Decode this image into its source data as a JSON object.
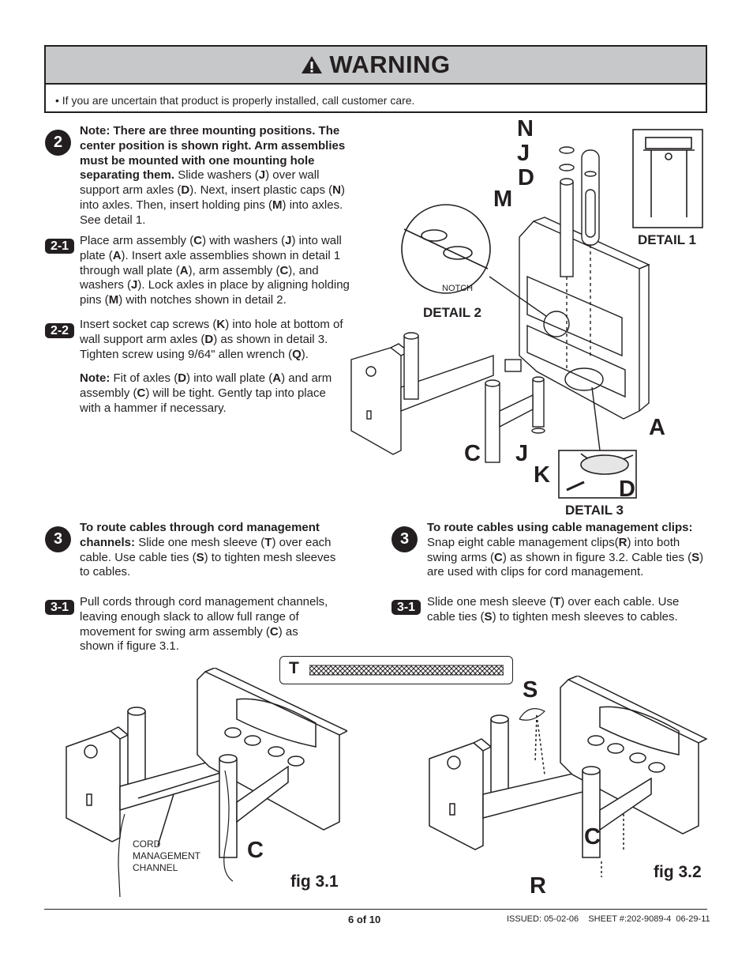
{
  "warning": {
    "title": "WARNING",
    "bullet": "•  If you are uncertain that product is properly installed, call customer care."
  },
  "step2": {
    "badge": "2",
    "note_bold": "Note: There are three mounting positions. The center position is shown right. Arm assemblies must be mounted with one mounting hole separating them.",
    "seg": [
      " Slide washers (",
      "J",
      ") over wall support arm axles (",
      "D",
      "). Next, insert plastic caps (",
      "N",
      ") into axles. Then, insert holding pins (",
      "M",
      ") into axles. See detail 1."
    ]
  },
  "step2_1": {
    "badge": "2-1",
    "seg": [
      "Place arm assembly (",
      "C",
      ") with washers (",
      "J",
      ") into wall plate (",
      "A",
      "). Insert axle assemblies shown in detail 1 through wall plate (",
      "A",
      "), arm assembly (",
      "C",
      "), and washers (",
      "J",
      "). Lock axles in place by aligning holding pins (",
      "M",
      ") with notches shown in detail 2."
    ]
  },
  "step2_2": {
    "badge": "2-2",
    "seg": [
      "Insert socket cap screws (",
      "K",
      ") into hole at bottom of wall support arm axles (",
      "D",
      ") as shown in detail 3. Tighten screw using 9/64\" allen wrench (",
      "Q",
      ")."
    ],
    "note_label": "Note:",
    "note_seg": [
      " Fit of axles (",
      "D",
      ") into wall plate (",
      "A",
      ") and arm assembly (",
      "C",
      ") will be tight. Gently tap into place with a hammer if necessary."
    ]
  },
  "step3a": {
    "badge": "3",
    "bold": "To route cables through cord management channels:",
    "seg": [
      " Slide one mesh sleeve (",
      "T",
      ") over each cable. Use cable ties (",
      "S",
      ") to tighten mesh sleeves to cables."
    ]
  },
  "step3a_1": {
    "badge": "3-1",
    "seg": [
      "Pull cords through cord management channels, leaving enough slack to allow full range of movement for swing arm assembly (",
      "C",
      ") as shown if figure 3.1."
    ]
  },
  "step3b": {
    "badge": "3",
    "bold": "To route cables using cable management clips:",
    "seg": [
      " Snap eight cable management clips",
      "(",
      "R",
      ") into both swing arms (",
      "C",
      ") as shown in figure 3.2. Cable ties (",
      "S",
      ") are used with clips for cord management."
    ]
  },
  "step3b_1": {
    "badge": "3-1",
    "seg": [
      "Slide one mesh sleeve (",
      "T",
      ") over each cable. Use cable ties (",
      "S",
      ") to tighten mesh sleeves to cables."
    ]
  },
  "diagram": {
    "labels": {
      "N": "N",
      "J": "J",
      "D": "D",
      "M": "M",
      "A": "A",
      "C": "C",
      "J2": "J",
      "K": "K",
      "D3": "D"
    },
    "detail1": "DETAIL 1",
    "detail2": "DETAIL 2",
    "detail3": "DETAIL 3",
    "notch": "NOTCH"
  },
  "fig31": {
    "T": "T",
    "C": "C",
    "cord_label_1": "CORD",
    "cord_label_2": "MANAGEMENT",
    "cord_label_3": "CHANNEL",
    "caption": "fig 3.1"
  },
  "fig32": {
    "S": "S",
    "C": "C",
    "R": "R",
    "caption": "fig 3.2"
  },
  "footer": {
    "page": "6 of 10",
    "issued": "ISSUED: 05-02-06    SHEET #:202-9089-4  06-29-11"
  }
}
